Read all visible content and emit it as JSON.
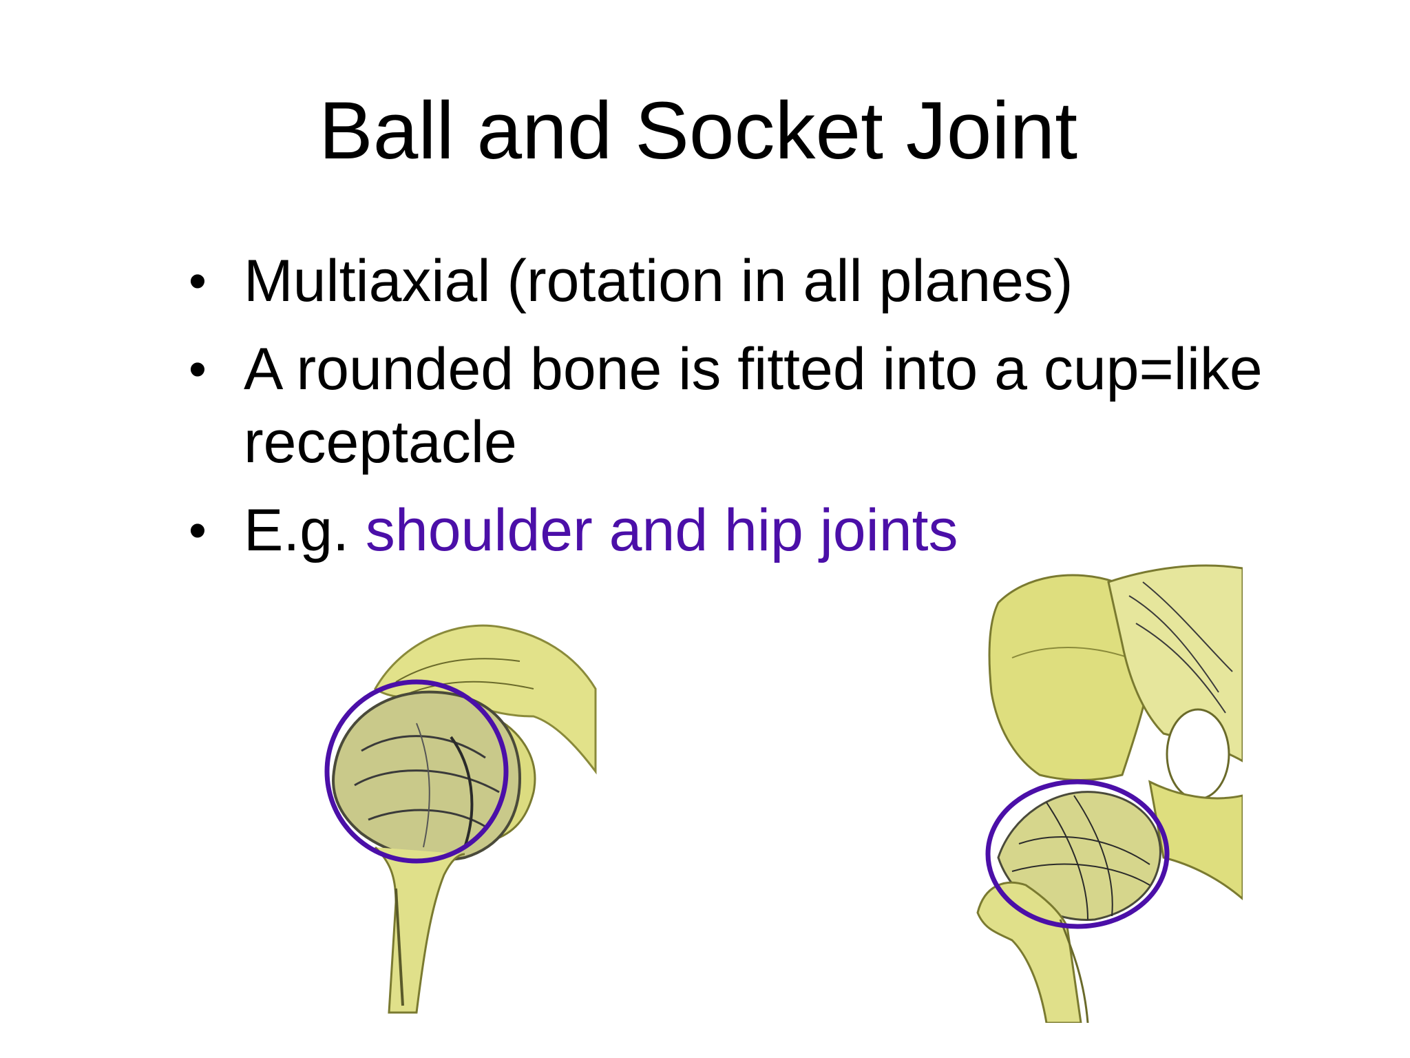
{
  "slide": {
    "title": "Ball and Socket Joint",
    "bullets": [
      {
        "text": "Multiaxial (rotation in all planes)",
        "highlight": ""
      },
      {
        "text": "A rounded bone is fitted into a cup=like receptacle",
        "highlight": ""
      },
      {
        "text": "E.g. ",
        "highlight": "shoulder and hip joints"
      }
    ],
    "bullet_glyph": "•"
  },
  "figures": {
    "shoulder": {
      "icon": "shoulder-joint-illustration"
    },
    "hip": {
      "icon": "hip-joint-illustration"
    }
  },
  "colors": {
    "text": "#000000",
    "accent": "#4b0fa8",
    "bone": "#e6e68a",
    "background": "#ffffff"
  }
}
